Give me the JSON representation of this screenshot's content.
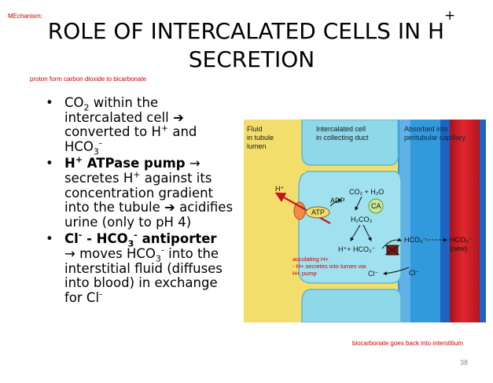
{
  "header": {
    "mechanism_note": "MEchanism:",
    "title_line1_part": "ROLE OF INTERCALATED CELLS IN H",
    "title_line1_sup": "+",
    "title_line2": "SECRETION",
    "side_note": "proton form carbon dioxide to bicarbonate"
  },
  "bullets": [
    {
      "b1_t1": "CO",
      "b1_sub1": "2",
      "b1_t2": " within the intercalated cell ",
      "b1_arrow": "➔",
      "b1_t3": " converted to H",
      "b1_sup1": "+",
      "b1_t4": " and HCO",
      "b1_sub2": "3",
      "b1_sup2": "-"
    },
    {
      "b2_bold1": "H",
      "b2_sup1": "+",
      "b2_bold2": " ATPase pump",
      "b2_arrow1": " → ",
      "b2_t1": "secretes H",
      "b2_sup2": "+",
      "b2_t2": " against its concentration gradient into the tubule ",
      "b2_arrow2": "➔",
      "b2_t3": " acidifies urine (only to pH 4)"
    },
    {
      "b3_bold1": "Cl",
      "b3_sup1": "-",
      "b3_bold2": " - HCO",
      "b3_sub1": "3",
      "b3_sup2": "-",
      "b3_bold3": " antiporter",
      "b3_t1": "→ moves HCO",
      "b3_sub2": "3",
      "b3_sup3": "-",
      "b3_t2": " into the interstitial fluid (diffuses into blood) in exchange for Cl",
      "b3_sup4": "-"
    }
  ],
  "diagram": {
    "label_lumen": [
      "Fluid",
      "in tubule",
      "lumen"
    ],
    "label_cell": [
      "Intercalated cell",
      "in collecting duct"
    ],
    "label_capillary": [
      "Absorbed into",
      "peritubular capillary"
    ],
    "h_plus": "H⁺",
    "adp": "ADP",
    "atp": "ATP",
    "co2_h2o": "CO₂ + H₂O",
    "ca": "CA",
    "h2co3": "H₂CO₃",
    "h_hco3": "H⁺+ HCO₃⁻",
    "hco3_cell": "HCO₃⁻",
    "hco3_new": "HCO₃⁻",
    "new_label": "(new)",
    "cl_cell": "Cl⁻",
    "cl_outside": "Cl⁻",
    "note_lines": [
      "acculating H+",
      "- H+ secretes into lumen via",
      "H+ pump"
    ],
    "colors": {
      "lumen": "#f3de6b",
      "cell": "#8ed8ea",
      "interstitium": "#3399dd",
      "capillary": "#1e63c2",
      "vessel": "#d31c24",
      "atp_pump": "#f08a4b"
    }
  },
  "footer": {
    "bottom_note": "biocarbonate goes back into interstitium",
    "slide_number": "38"
  }
}
